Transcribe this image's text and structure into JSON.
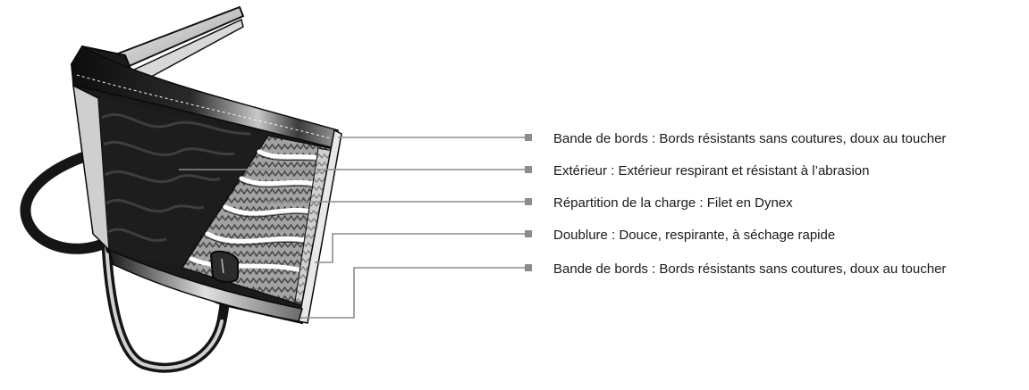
{
  "diagram": {
    "callouts": [
      {
        "label": "Bande de bords : Bords résistants sans coutures, doux au toucher"
      },
      {
        "label": "Extérieur : Extérieur respirant et résistant à l’abrasion"
      },
      {
        "label": "Répartition de la charge : Filet en Dynex"
      },
      {
        "label": "Doublure : Douce, respirante, à séchage rapide"
      },
      {
        "label": "Bande de bords : Bords résistants sans coutures, doux au toucher"
      }
    ],
    "colors": {
      "line": "#8c8c8c",
      "marker": "#8c8c8c",
      "outline": "#111111",
      "panel_dark": "#1c1c1c",
      "mesh_mid": "#9a9a9a",
      "strap_light": "#e6e6e6"
    }
  }
}
